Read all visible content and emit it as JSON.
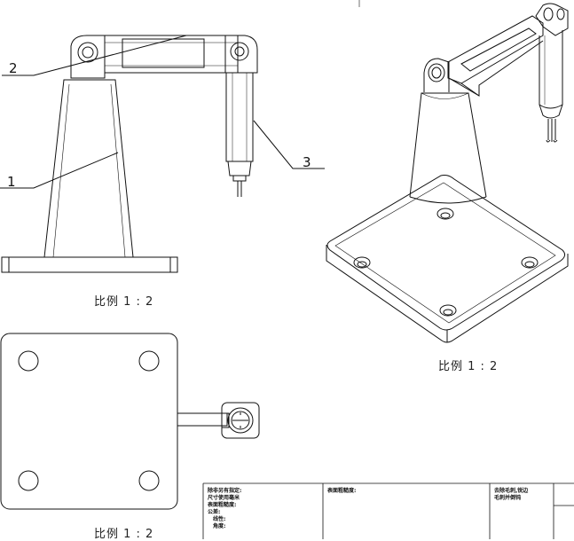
{
  "balloons": {
    "base": "1",
    "arm": "2",
    "gripper": "3"
  },
  "scale_labels": {
    "front_view": "比例 1 : 2",
    "iso_view": "比例 1 : 2",
    "top_view": "比例 1 : 2"
  },
  "title_block": {
    "col1_lines": [
      "除非另有指定:",
      "尺寸使用毫米",
      "表面粗糙度:",
      "公差:",
      "线性:",
      "角度:"
    ],
    "col2_line": "表面粗糙度:",
    "col3_lines": [
      "去除毛刺,锐边",
      "毛刺并倒钝"
    ]
  },
  "colors": {
    "line": "#111111",
    "background": "#ffffff"
  }
}
